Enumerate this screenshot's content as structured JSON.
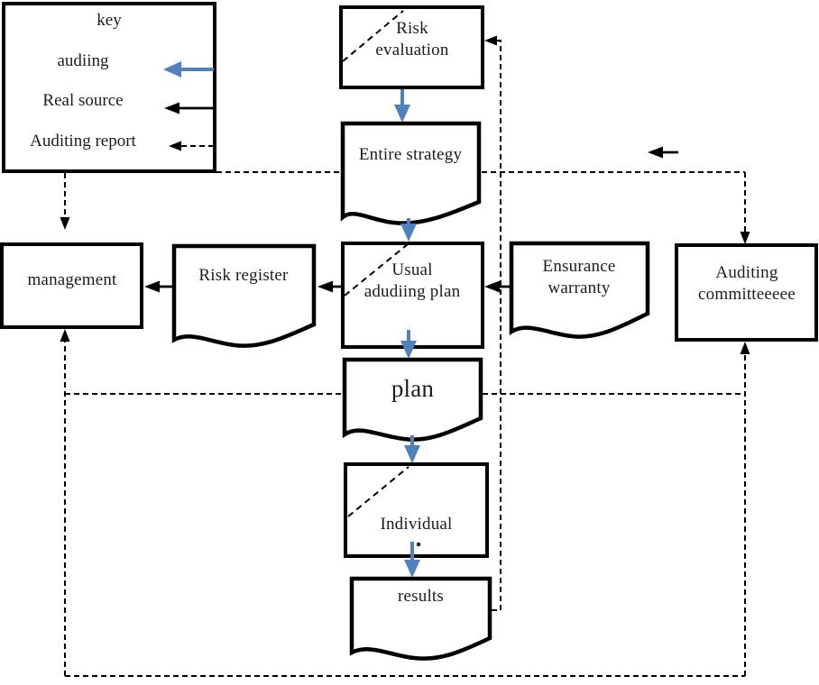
{
  "legend": {
    "title": "key",
    "items": [
      {
        "label": "audiing",
        "line_style": "solid",
        "color": "#4f81bd"
      },
      {
        "label": "Real source",
        "line_style": "solid",
        "color": "#000000"
      },
      {
        "label": "Auditing report",
        "line_style": "dashed",
        "color": "#000000"
      }
    ]
  },
  "nodes": {
    "risk_evaluation": {
      "label": "Risk evaluation",
      "shape": "rect-dashed-diagonal"
    },
    "entire_strategy": {
      "label": "Entire strategy",
      "shape": "document"
    },
    "management": {
      "label": "management",
      "shape": "rect"
    },
    "risk_register": {
      "label": "Risk register",
      "shape": "document"
    },
    "usual_auditing_plan": {
      "label": "Usual adudiing plan",
      "shape": "rect-dashed-diagonal"
    },
    "ensurance_warranty": {
      "label": "Ensurance warranty",
      "shape": "document"
    },
    "auditing_committee": {
      "label": "Auditing committeeeee",
      "shape": "rect"
    },
    "plan": {
      "label": "plan",
      "shape": "document"
    },
    "individual": {
      "label": "Individual",
      "shape": "rect-dashed-diagonal"
    },
    "results": {
      "label": "results",
      "shape": "document"
    }
  },
  "colors": {
    "auditing_flow": "#4f81bd",
    "real_source_flow": "#000000",
    "auditing_report_flow": "#000000",
    "line": "#000000"
  }
}
